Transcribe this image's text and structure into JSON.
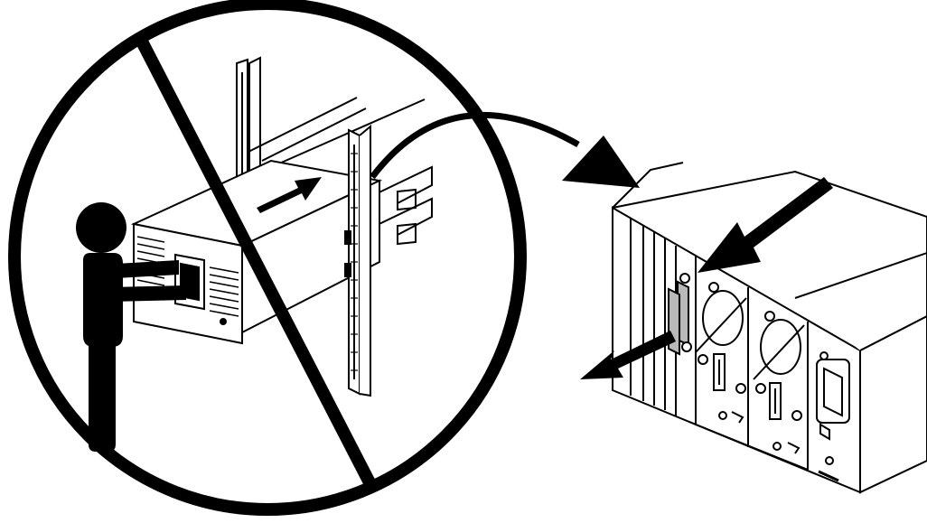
{
  "diagram": {
    "ink_color": "#000000",
    "paper_color": "#ffffff",
    "handle_color": "#b9b9b9",
    "panels": [
      {
        "id": "prohibited-action",
        "icon": "prohibition-sign-icon"
      },
      {
        "id": "rear-detail",
        "icon": "rear-chassis-detail"
      }
    ]
  }
}
